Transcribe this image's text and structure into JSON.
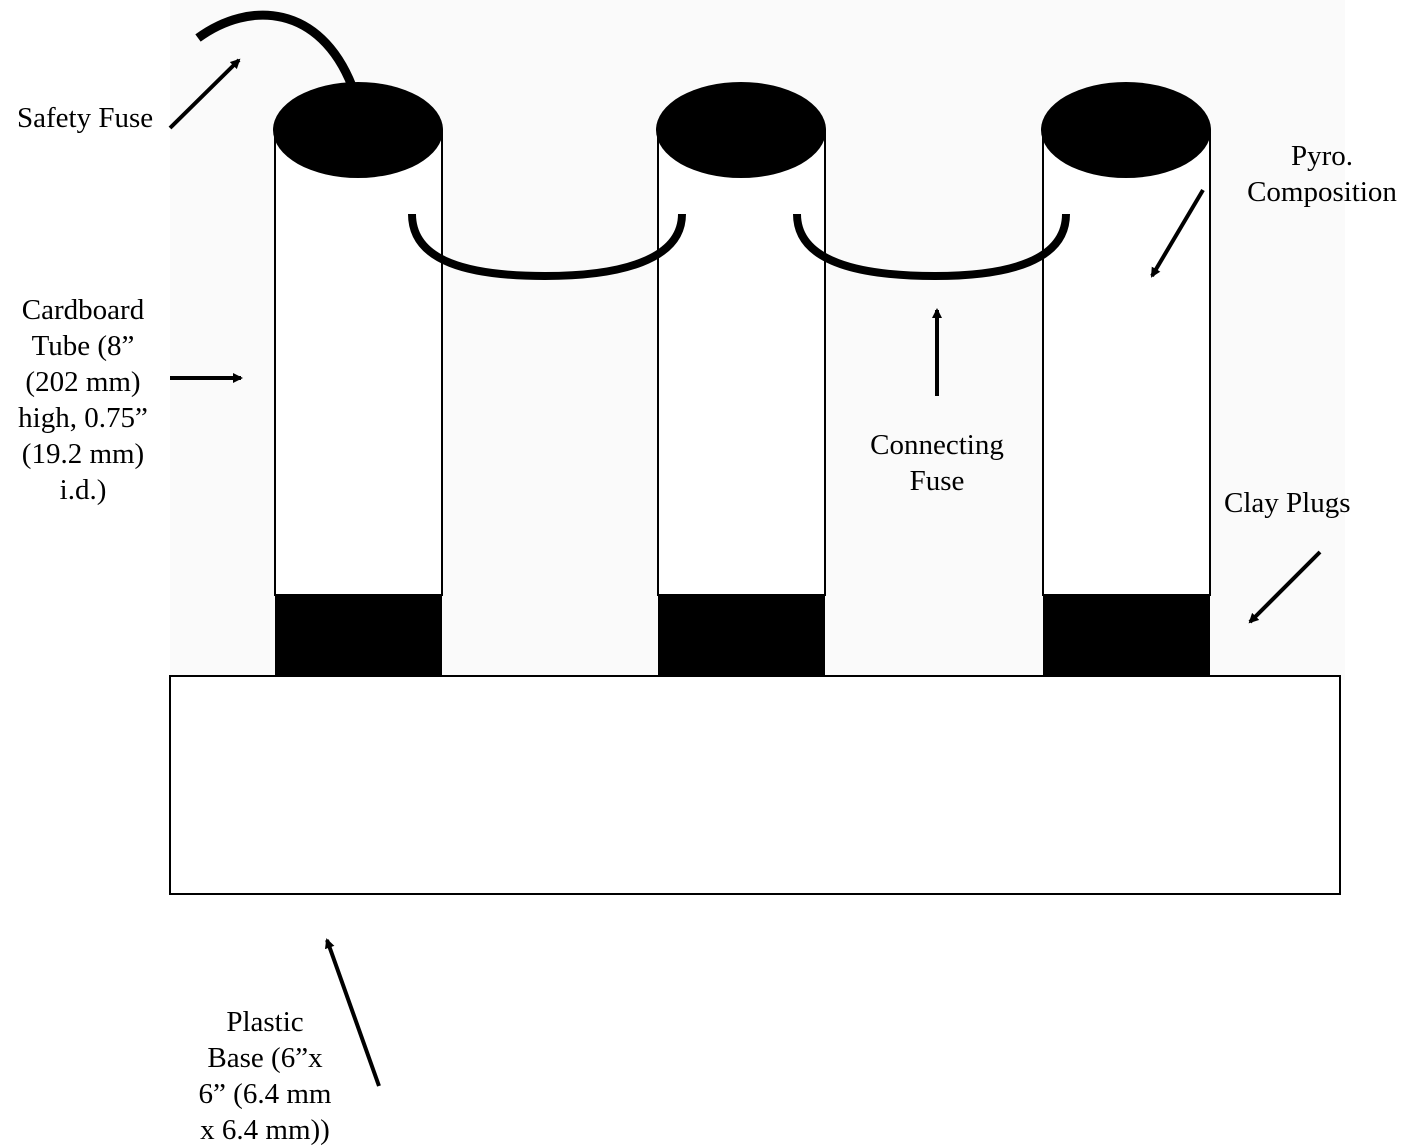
{
  "labels": {
    "safety_fuse": "Safety Fuse",
    "pyro_composition": [
      "Pyro.",
      "Composition"
    ],
    "cardboard_tube": [
      "Cardboard",
      "Tube (8”",
      "(202 mm)",
      "high, 0.75”",
      "(19.2 mm)",
      "i.d.)"
    ],
    "connecting_fuse": [
      "Connecting",
      "Fuse"
    ],
    "clay_plugs": "Clay Plugs",
    "plastic_base": [
      "Plastic",
      "Base (6”x",
      "6” (6.4 mm",
      "x 6.4 mm))"
    ]
  },
  "colors": {
    "ink": "#000000",
    "paper": "#ffffff"
  }
}
